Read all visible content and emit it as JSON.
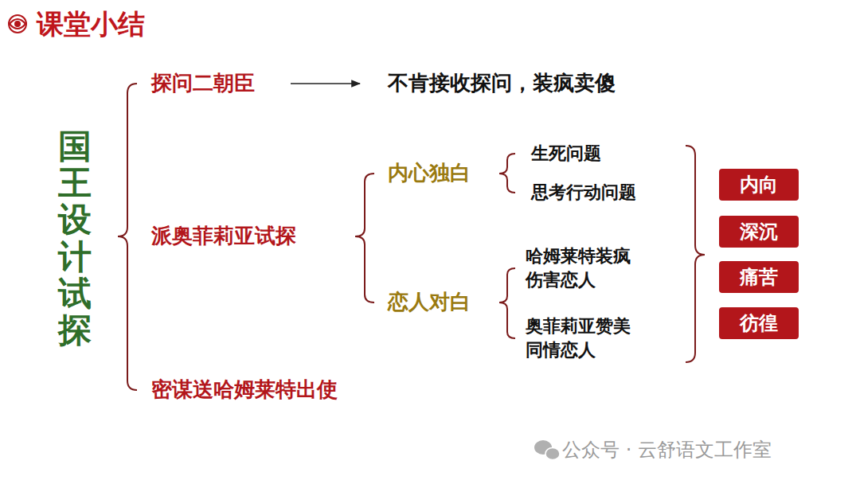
{
  "diagram": {
    "title": "课堂小结",
    "nodes": [
      {
        "text": [
          "内向"
        ]
      },
      {
        "text": [
          "深沉"
        ]
      },
      {
        "text": [
          "痛苦"
        ]
      },
      {
        "text": [
          "彷徨"
        ]
      }
    ],
    "labels": [
      "国王设计试探",
      "探问二朝臣",
      "不肯接收探问，装疯卖傻",
      "派奥菲莉亚试探",
      "内心独白",
      "生死问题",
      "思考行动问题",
      "恋人对白",
      "哈姆莱特装疯 伤害恋人",
      "奥菲莉亚赞美 同情恋人",
      "密谋送哈姆莱特出使",
      "公众号 · 云舒语文工作室"
    ]
  }
}
